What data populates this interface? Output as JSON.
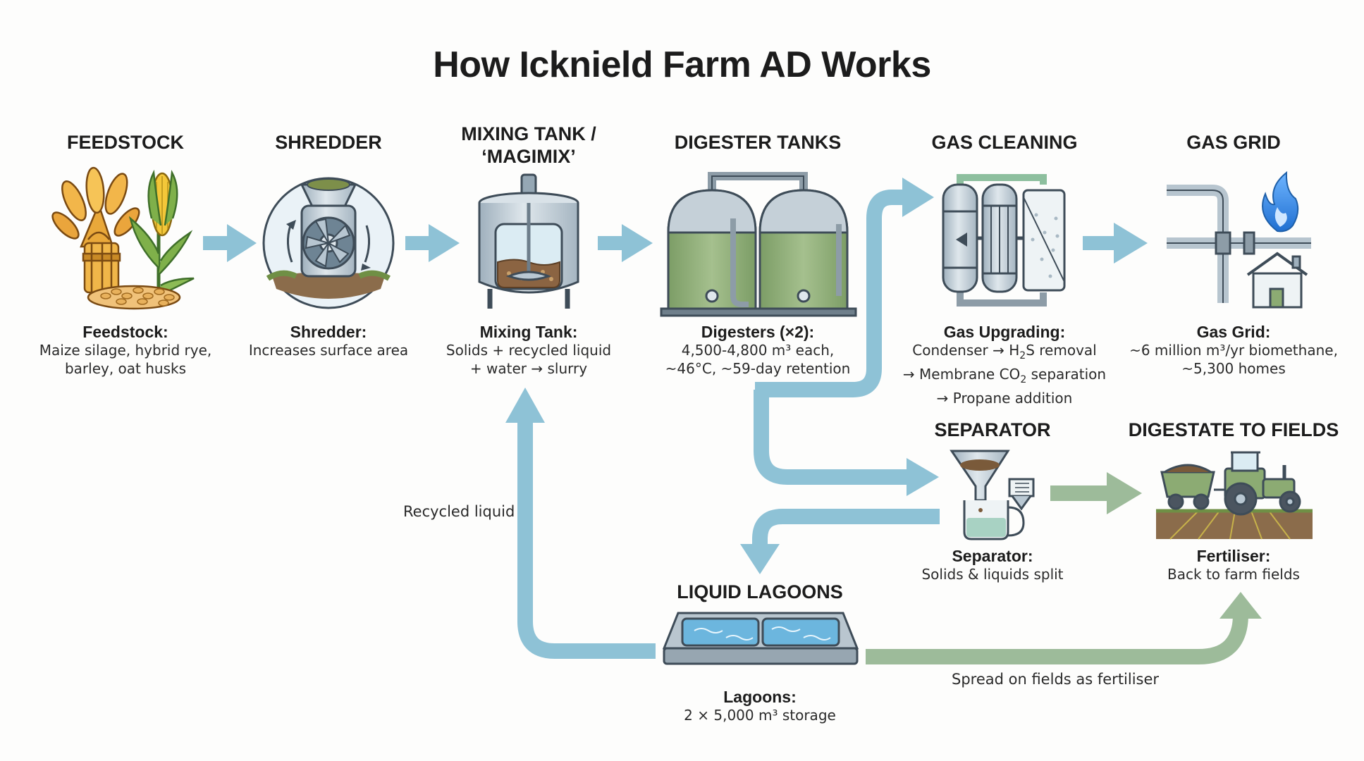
{
  "title": "How Icknield Farm AD Works",
  "colors": {
    "process_arrow": "#8ec2d6",
    "digestate_arrow": "#9dbb9a",
    "digester_green": "#8cab73",
    "steel": "#b8c6d0",
    "outline": "#4a5a66",
    "flame": "#2e86de",
    "water": "#6cb6de"
  },
  "stages": {
    "feedstock": {
      "heading": "FEEDSTOCK",
      "title": "Feedstock:",
      "lines": [
        "Maize silage, hybrid rye,",
        "barley, oat husks"
      ],
      "icon": "wheat-and-maize-icon"
    },
    "shredder": {
      "heading": "SHREDDER",
      "title": "Shredder:",
      "lines": [
        "Increases surface area"
      ],
      "icon": "shredder-icon"
    },
    "mixing": {
      "heading_lines": [
        "MIXING TANK /",
        "‘MAGIMIX’"
      ],
      "title": "Mixing Tank:",
      "lines": [
        "Solids + recycled liquid",
        "+ water → slurry"
      ],
      "icon": "mixing-tank-icon"
    },
    "digester": {
      "heading": "DIGESTER TANKS",
      "title": "Digesters (×2):",
      "lines": [
        "4,500-4,800 m³ each,",
        "~46°C, ~59-day retention"
      ],
      "icon": "digester-tanks-icon"
    },
    "gas_cleaning": {
      "heading": "GAS CLEANING",
      "title": "Gas Upgrading:",
      "line1": [
        "Condenser → H",
        "2",
        "S removal"
      ],
      "line2": [
        "→ Membrane CO",
        "2",
        " separation"
      ],
      "line3": "→ Propane addition",
      "icon": "gas-upgrading-columns-icon"
    },
    "gas_grid": {
      "heading": "GAS GRID",
      "title": "Gas Grid:",
      "lines": [
        "~6 million m³/yr biomethane,",
        "~5,300 homes"
      ],
      "icon": "gas-grid-pipe-flame-house-icon"
    },
    "separator": {
      "heading": "SEPARATOR",
      "title": "Separator:",
      "lines": [
        "Solids & liquids split"
      ],
      "icon": "separator-funnel-icon"
    },
    "fields": {
      "heading": "DIGESTATE TO FIELDS",
      "title": "Fertiliser:",
      "lines": [
        "Back to farm fields"
      ],
      "icon": "tractor-trailer-icon"
    },
    "lagoons": {
      "heading": "LIQUID LAGOONS",
      "title": "Lagoons:",
      "lines": [
        "2 × 5,000 m³ storage"
      ],
      "icon": "lagoons-icon"
    }
  },
  "flows": {
    "recycled_liquid": "Recycled liquid",
    "spread_fields": "Spread on fields as fertiliser"
  }
}
